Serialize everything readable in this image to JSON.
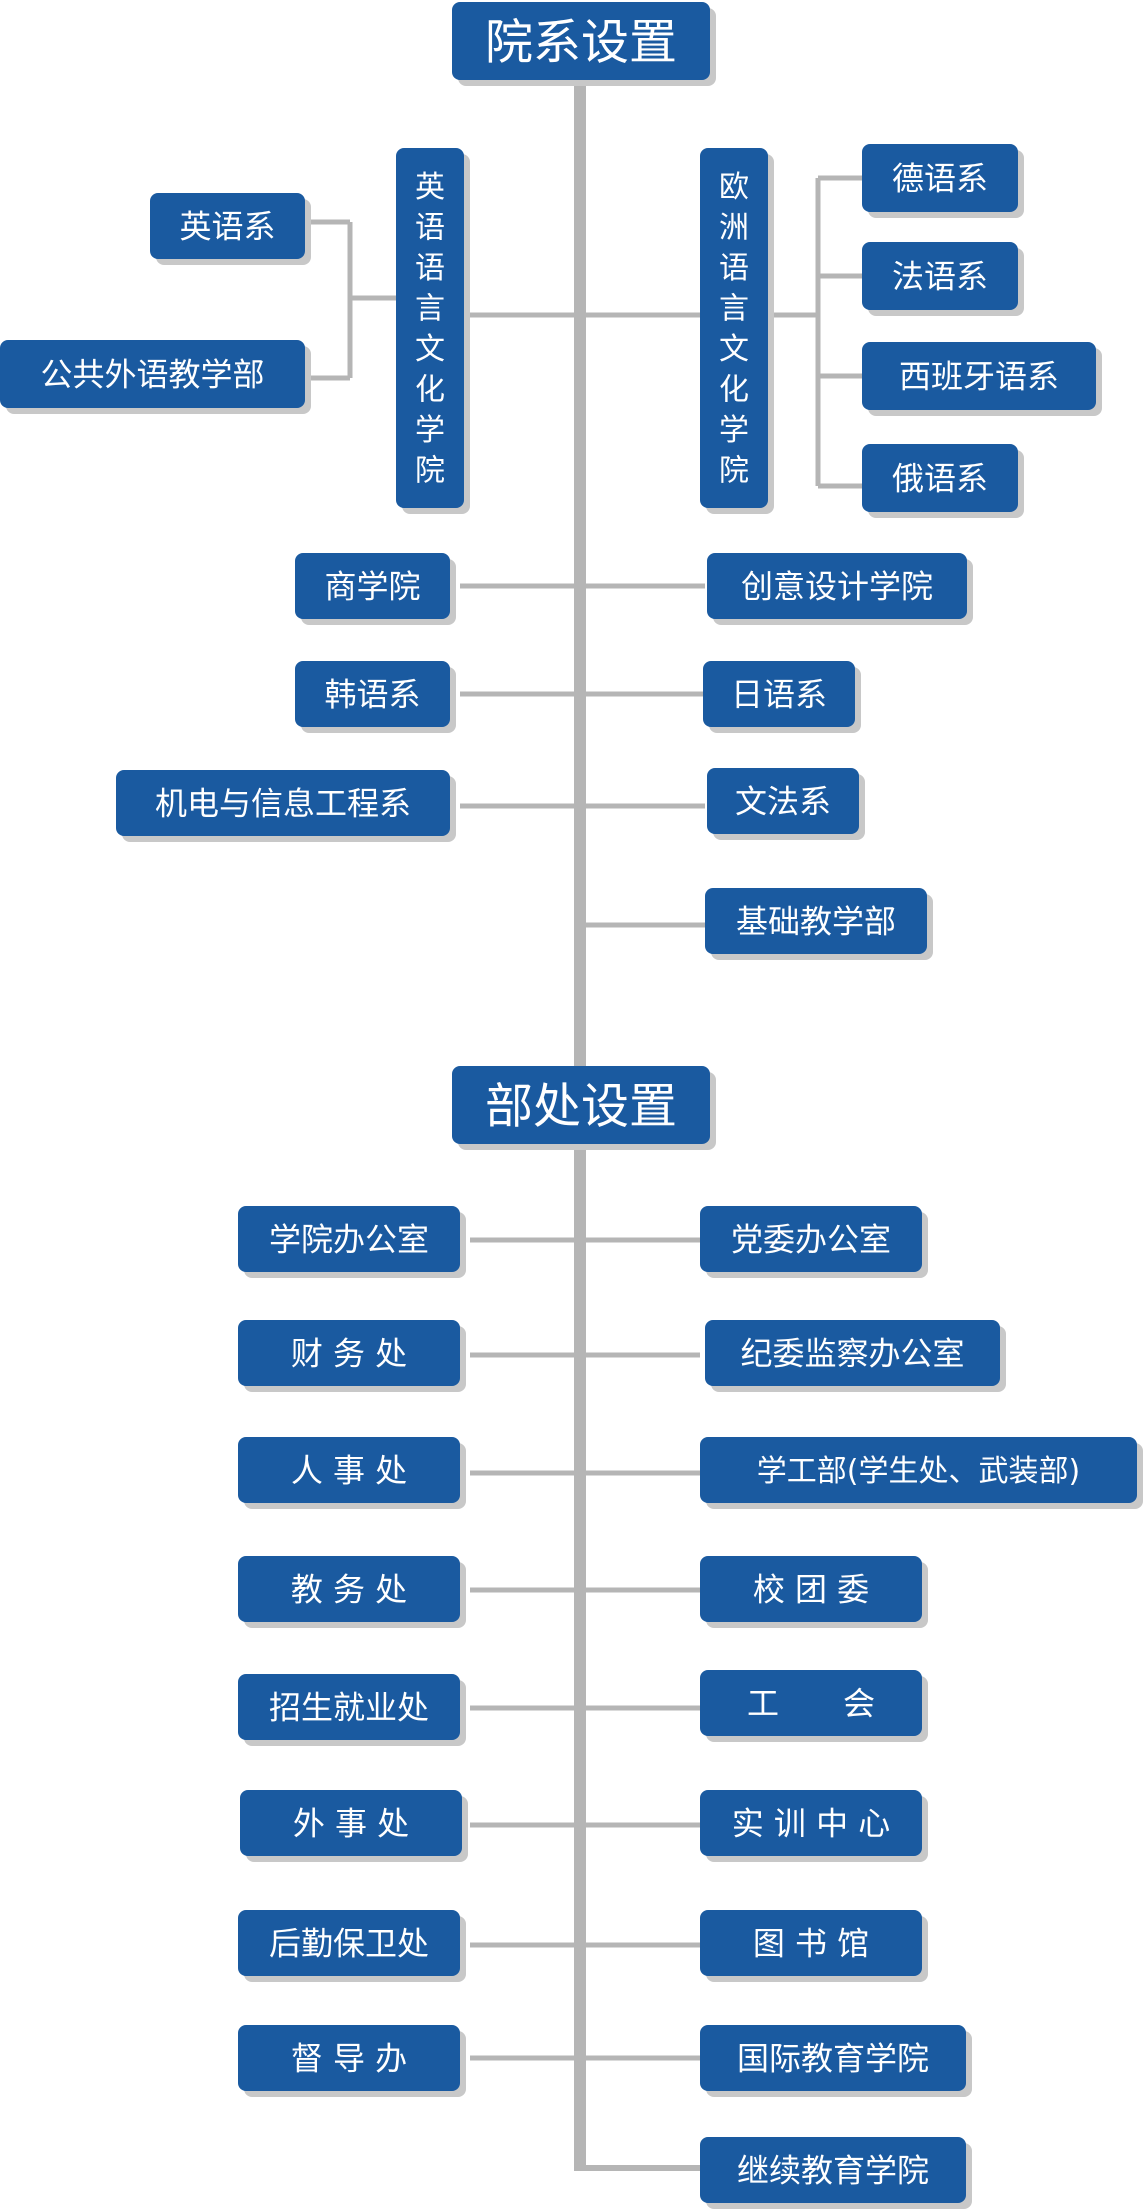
{
  "colors": {
    "node": "#1a5aa0",
    "node_text": "#ffffff",
    "shadow": "#c8c8c8",
    "line": "#b5b5b5"
  },
  "sections": [
    {
      "title": "院系设置",
      "nodes": [
        "英语语言文化学院",
        "欧洲语言文化学院",
        "英语系",
        "公共外语教学部",
        "德语系",
        "法语系",
        "西班牙语系",
        "俄语系",
        "商学院",
        "创意设计学院",
        "韩语系",
        "日语系",
        "机电与信息工程系",
        "文法系",
        "基础教学部"
      ]
    },
    {
      "title": "部处设置",
      "nodes": [
        "学院办公室",
        "党委办公室",
        "财 务 处",
        "纪委监察办公室",
        "人 事 处",
        "学工部(学生处、武装部)",
        "教 务 处",
        "校 团 委",
        "招生就业处",
        "工　　会",
        "外 事 处",
        "实 训 中 心",
        "后勤保卫处",
        "图 书 馆",
        "督 导 办",
        "国际教育学院",
        "继续教育学院"
      ]
    }
  ]
}
